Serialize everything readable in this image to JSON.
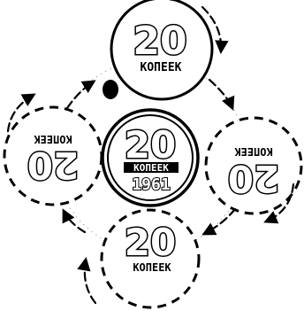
{
  "coins": {
    "top": {
      "value": "20",
      "unit": "КОПЕЕК"
    },
    "center": {
      "value": "20",
      "unit": "КОПЕЕК",
      "year": "1961"
    },
    "left": {
      "value": "20",
      "unit": "КОПЕЕК"
    },
    "right": {
      "value": "20",
      "unit": "КОПЕЕК"
    },
    "bottom": {
      "value": "20",
      "unit": "КОПЕЕК"
    }
  },
  "colors": {
    "ink": "#000000",
    "paper": "#ffffff"
  }
}
